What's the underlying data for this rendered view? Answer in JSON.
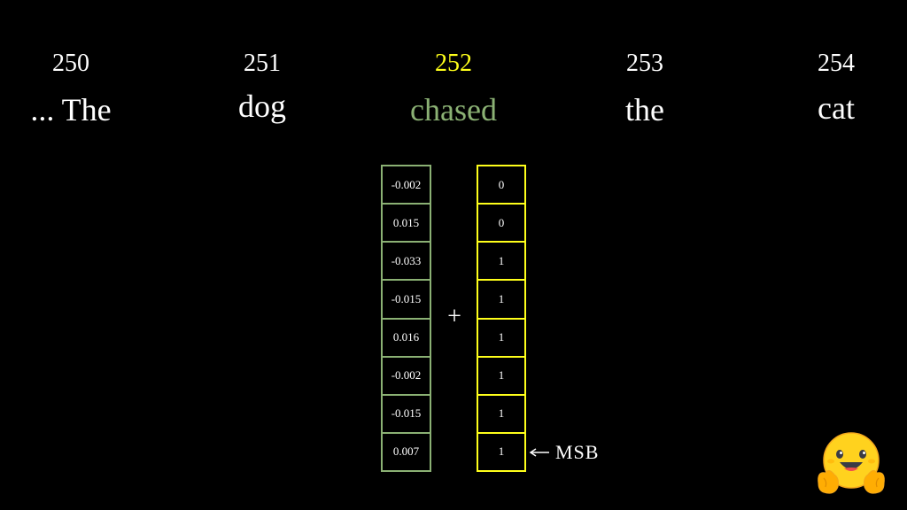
{
  "tokens": [
    {
      "position": "250",
      "word": "... The"
    },
    {
      "position": "251",
      "word": "dog"
    },
    {
      "position": "252",
      "word": "chased"
    },
    {
      "position": "253",
      "word": "the"
    },
    {
      "position": "254",
      "word": "cat"
    }
  ],
  "highlight": {
    "position_color": "#ffff1a",
    "word_color": "#8bb174"
  },
  "embedding_vector": {
    "color": "#8bb174",
    "values": [
      "-0.002",
      "0.015",
      "-0.033",
      "-0.015",
      "0.016",
      "-0.002",
      "-0.015",
      "0.007"
    ]
  },
  "positional_vector": {
    "color": "#ffff1a",
    "values": [
      "0",
      "0",
      "1",
      "1",
      "1",
      "1",
      "1",
      "1"
    ]
  },
  "operator": "+",
  "msb_label": "MSB",
  "logo": {
    "icon": "hugging-face-icon"
  }
}
